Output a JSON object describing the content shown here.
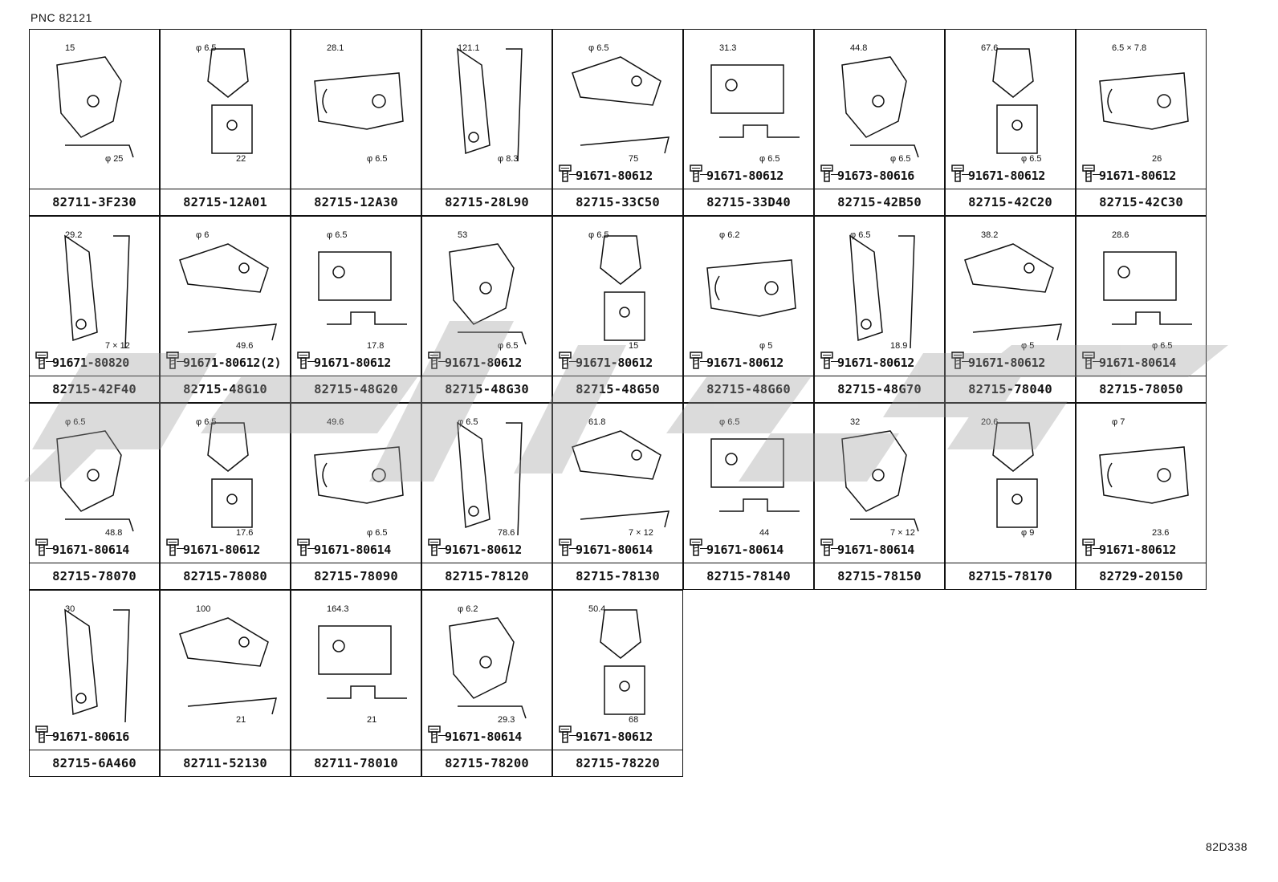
{
  "header": {
    "pnc": "PNC 82121"
  },
  "footer": {
    "code": "82D338"
  },
  "rows": [
    [
      {
        "part": "82711-3F230",
        "bolt": "",
        "dims": [
          "15",
          "φ 25"
        ]
      },
      {
        "part": "82715-12A01",
        "bolt": "",
        "dims": [
          "φ 6.5",
          "22"
        ]
      },
      {
        "part": "82715-12A30",
        "bolt": "",
        "dims": [
          "28.1",
          "φ 6.5"
        ]
      },
      {
        "part": "82715-28L90",
        "bolt": "",
        "dims": [
          "121.1",
          "φ 8.3"
        ]
      },
      {
        "part": "82715-33C50",
        "bolt": "91671-80612",
        "dims": [
          "φ 6.5",
          "75"
        ]
      },
      {
        "part": "82715-33D40",
        "bolt": "91671-80612",
        "dims": [
          "31.3",
          "φ 6.5"
        ]
      },
      {
        "part": "82715-42B50",
        "bolt": "91673-80616",
        "dims": [
          "44.8",
          "φ 6.5"
        ]
      },
      {
        "part": "82715-42C20",
        "bolt": "91671-80612",
        "dims": [
          "67.6",
          "φ 6.5"
        ]
      },
      {
        "part": "82715-42C30",
        "bolt": "91671-80612",
        "dims": [
          "6.5 × 7.8",
          "26"
        ]
      }
    ],
    [
      {
        "part": "82715-42F40",
        "bolt": "91671-80820",
        "dims": [
          "29.2",
          "7 × 12"
        ]
      },
      {
        "part": "82715-48G10",
        "bolt": "91671-80612(2)",
        "dims": [
          "φ 6",
          "49.6"
        ]
      },
      {
        "part": "82715-48G20",
        "bolt": "91671-80612",
        "dims": [
          "φ 6.5",
          "17.8"
        ]
      },
      {
        "part": "82715-48G30",
        "bolt": "91671-80612",
        "dims": [
          "53",
          "φ 6.5"
        ]
      },
      {
        "part": "82715-48G50",
        "bolt": "91671-80612",
        "dims": [
          "φ 6.5",
          "15"
        ]
      },
      {
        "part": "82715-48G60",
        "bolt": "91671-80612",
        "dims": [
          "φ 6.2",
          "φ 5"
        ]
      },
      {
        "part": "82715-48G70",
        "bolt": "91671-80612",
        "dims": [
          "φ 6.5",
          "18.9"
        ]
      },
      {
        "part": "82715-78040",
        "bolt": "91671-80612",
        "dims": [
          "38.2",
          "φ 5"
        ]
      },
      {
        "part": "82715-78050",
        "bolt": "91671-80614",
        "dims": [
          "28.6",
          "φ 6.5"
        ]
      }
    ],
    [
      {
        "part": "82715-78070",
        "bolt": "91671-80614",
        "dims": [
          "φ 6.5",
          "48.8"
        ]
      },
      {
        "part": "82715-78080",
        "bolt": "91671-80612",
        "dims": [
          "φ 6.5",
          "17.6"
        ]
      },
      {
        "part": "82715-78090",
        "bolt": "91671-80614",
        "dims": [
          "49.6",
          "φ 6.5"
        ]
      },
      {
        "part": "82715-78120",
        "bolt": "91671-80612",
        "dims": [
          "φ 6.5",
          "78.6"
        ]
      },
      {
        "part": "82715-78130",
        "bolt": "91671-80614",
        "dims": [
          "61.8",
          "7 × 12"
        ]
      },
      {
        "part": "82715-78140",
        "bolt": "91671-80614",
        "dims": [
          "φ 6.5",
          "44"
        ]
      },
      {
        "part": "82715-78150",
        "bolt": "91671-80614",
        "dims": [
          "32",
          "7 × 12"
        ]
      },
      {
        "part": "82715-78170",
        "bolt": "",
        "dims": [
          "20.6",
          "φ 9"
        ]
      },
      {
        "part": "82729-20150",
        "bolt": "91671-80612",
        "dims": [
          "φ 7",
          "23.6"
        ]
      }
    ],
    [
      {
        "part": "82715-6A460",
        "bolt": "91671-80616",
        "dims": [
          "30",
          ""
        ]
      },
      {
        "part": "82711-52130",
        "bolt": "",
        "dims": [
          "100",
          "21"
        ]
      },
      {
        "part": "82711-78010",
        "bolt": "",
        "dims": [
          "164.3",
          "21"
        ]
      },
      {
        "part": "82715-78200",
        "bolt": "91671-80614",
        "dims": [
          "φ 6.2",
          "29.3"
        ]
      },
      {
        "part": "82715-78220",
        "bolt": "91671-80612",
        "dims": [
          "50.4",
          "68"
        ]
      }
    ]
  ]
}
